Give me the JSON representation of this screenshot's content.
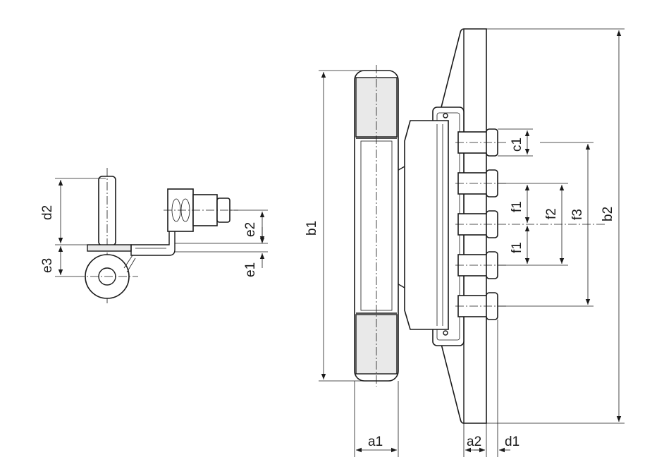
{
  "labels": {
    "a1": "a1",
    "a2": "a2",
    "d1": "d1",
    "b1": "b1",
    "b2": "b2",
    "c1": "c1",
    "f1_upper": "f1",
    "f1_lower": "f1",
    "f2": "f2",
    "f3": "f3",
    "d2": "d2",
    "e1": "e1",
    "e2": "e2",
    "e3": "e3"
  }
}
